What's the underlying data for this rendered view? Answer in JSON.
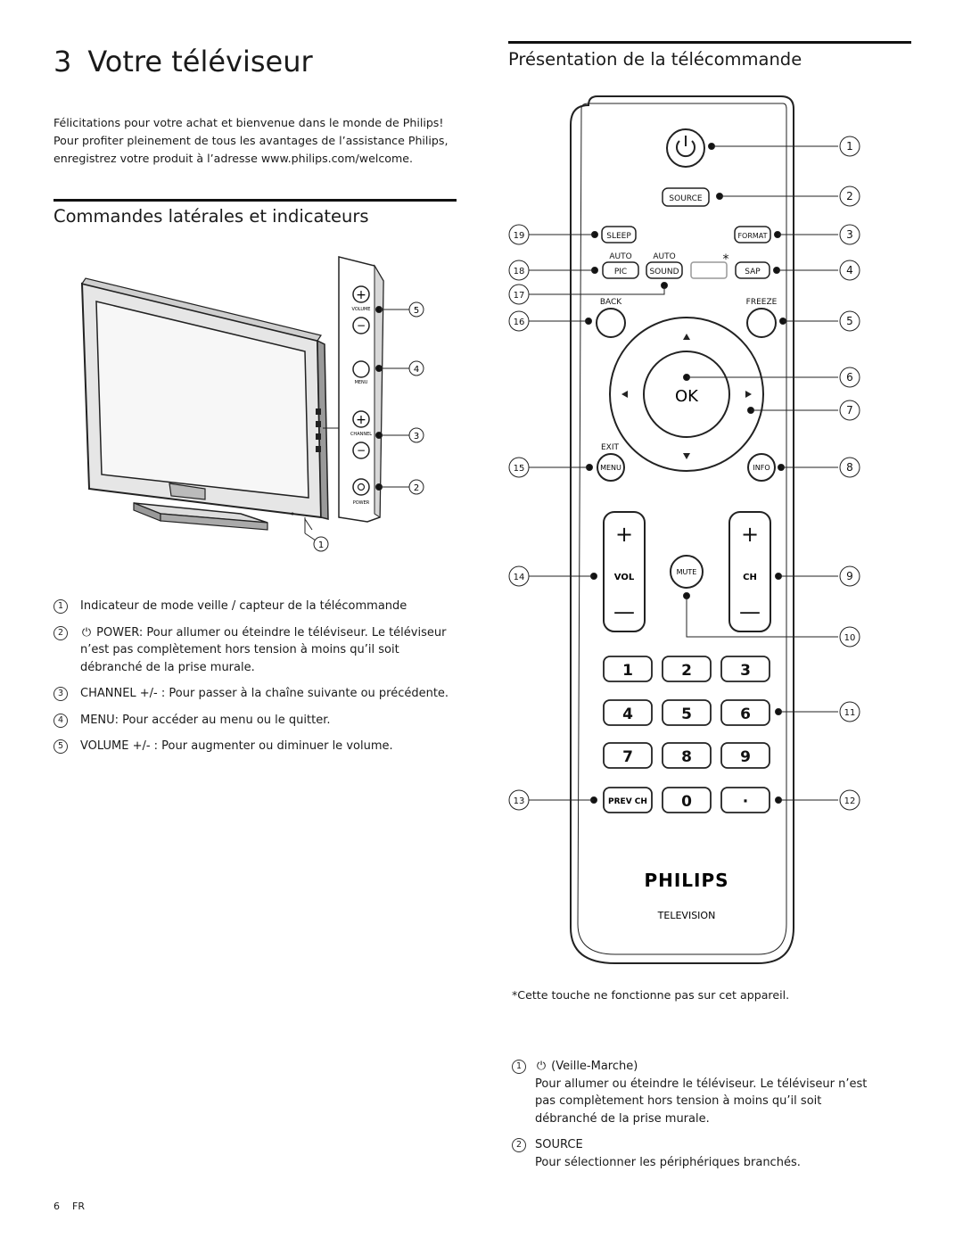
{
  "chapter": {
    "number": "3",
    "title": "Votre téléviseur"
  },
  "intro": "Félicitations pour votre achat et bienvenue dans le monde de Philips! Pour profiter pleinement de tous les avantages de l’assistance Philips, enregistrez votre produit à l’adresse www.philips.com/welcome.",
  "side_section": {
    "heading": "Commandes latérales et indicateurs",
    "panel_labels": {
      "volume": "VOLUME",
      "menu": "MENU",
      "channel": "CHANNEL",
      "power": "POWER"
    },
    "callouts": [
      "1",
      "2",
      "3",
      "4",
      "5"
    ],
    "items": [
      {
        "num": "1",
        "icon": "",
        "text": "Indicateur de mode veille / capteur de la télécommande"
      },
      {
        "num": "2",
        "icon": "power-icon",
        "text": "POWER: Pour allumer ou éteindre le téléviseur. Le téléviseur n’est pas complètement hors tension à moins qu’il soit débranché de la prise murale."
      },
      {
        "num": "3",
        "icon": "",
        "text": "CHANNEL +/- : Pour passer à la chaîne suivante ou précédente."
      },
      {
        "num": "4",
        "icon": "",
        "text": "MENU: Pour accéder au menu ou le quitter."
      },
      {
        "num": "5",
        "icon": "",
        "text": "VOLUME +/- : Pour augmenter ou diminuer le volume."
      }
    ]
  },
  "remote_section": {
    "heading": "Présentation de la télécommande",
    "buttons": {
      "source": "SOURCE",
      "sleep": "SLEEP",
      "format": "FORMAT",
      "auto_pic": "AUTO",
      "auto_sound": "AUTO",
      "pic": "PIC",
      "sound": "SOUND",
      "sap": "SAP",
      "asterisk": "*",
      "back": "BACK",
      "freeze": "FREEZE",
      "ok": "OK",
      "exit": "EXIT",
      "menu": "MENU",
      "info": "INFO",
      "vol": "VOL",
      "ch": "CH",
      "mute": "MUTE",
      "plus": "+",
      "minus": "—",
      "digits": [
        "1",
        "2",
        "3",
        "4",
        "5",
        "6",
        "7",
        "8",
        "9"
      ],
      "prev_ch": "PREV CH",
      "zero": "0",
      "dot": "·"
    },
    "brand": "PHILIPS",
    "subbrand": "TELEVISION",
    "callouts": [
      "1",
      "2",
      "3",
      "4",
      "5",
      "6",
      "7",
      "8",
      "9",
      "10",
      "11",
      "12",
      "13",
      "14",
      "15",
      "16",
      "17",
      "18",
      "19"
    ],
    "note": "*Cette touche ne fonctionne pas sur cet appareil.",
    "definitions": [
      {
        "num": "1",
        "icon": "power-icon",
        "title": "(Veille-Marche)",
        "body": "Pour allumer ou éteindre le téléviseur. Le téléviseur n’est pas complètement hors tension à moins qu’il soit débranché de la prise murale."
      },
      {
        "num": "2",
        "icon": "",
        "title": "SOURCE",
        "body": "Pour sélectionner les périphériques branchés."
      }
    ]
  },
  "footer": {
    "page": "6",
    "lang": "FR"
  }
}
